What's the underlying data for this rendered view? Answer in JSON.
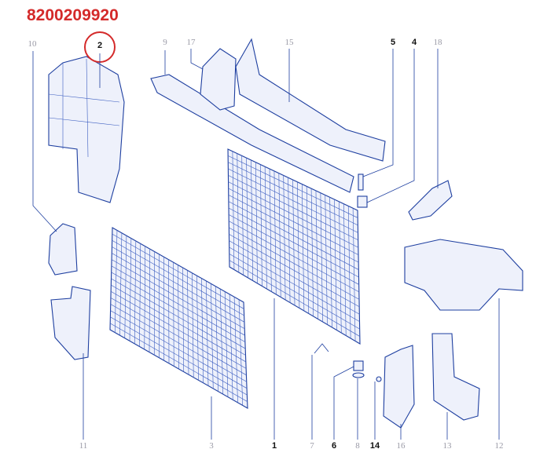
{
  "part_number": "8200209920",
  "highlight_color": "#d42a2a",
  "line_color": "#1e3fa0",
  "callouts": {
    "c10": "10",
    "c2": "2",
    "c9": "9",
    "c17": "17",
    "c15": "15",
    "c5": "5",
    "c4": "4",
    "c18": "18",
    "c11": "11",
    "c3": "3",
    "c1": "1",
    "c7": "7",
    "c6": "6",
    "c8": "8",
    "c14": "14",
    "c16": "16",
    "c13": "13",
    "c12": "12"
  }
}
